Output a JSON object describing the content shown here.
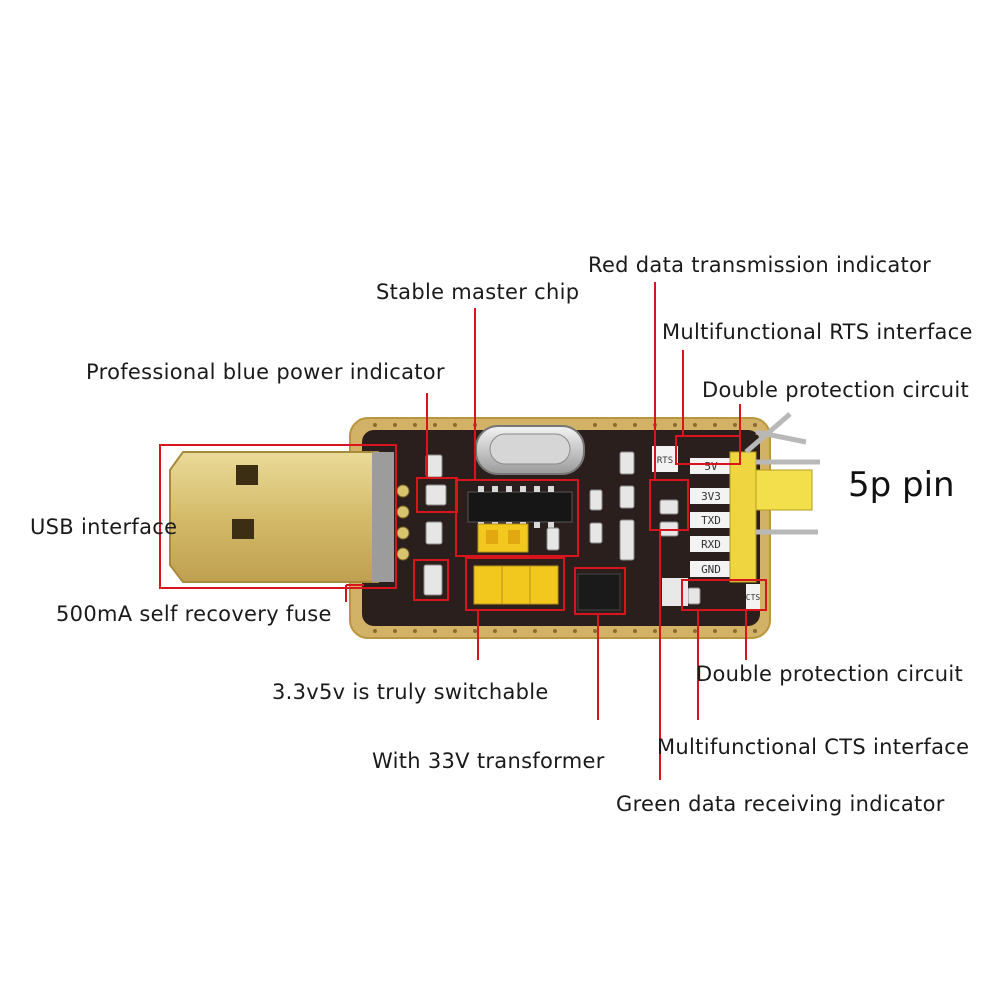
{
  "labels": {
    "red_tx": "Red data transmission indicator",
    "chip": "Stable master chip",
    "rts": "Multifunctional RTS interface",
    "power_led": "Professional blue power indicator",
    "protect_top": "Double protection circuit",
    "pin": "5p pin",
    "usb": "USB interface",
    "fuse": "500mA self recovery fuse",
    "protect_bottom": "Double protection circuit",
    "switch": "3.3v5v is truly switchable",
    "cts": "Multifunctional CTS interface",
    "transformer": "With 33V transformer",
    "green_rx": "Green data receiving indicator"
  },
  "board": {
    "pin_labels": [
      "5V",
      "3V3",
      "TXD",
      "RXD",
      "GND"
    ],
    "rts_silk": "RTS",
    "cts_silk": "CTS"
  },
  "colors": {
    "leader": "#d8141c",
    "pcb": "#2a1f1c",
    "pcb_edge": "#c9a95a",
    "usb_gold": "#d8c070",
    "jumper": "#f2c81e",
    "header": "#efd640"
  }
}
